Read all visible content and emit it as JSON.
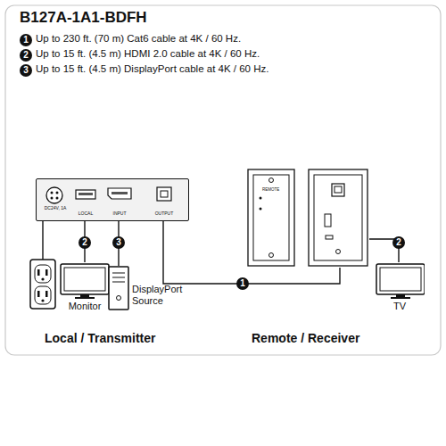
{
  "diagram": {
    "title": "B127A-1A1-BDFH",
    "nodes": [
      {
        "text": [
          "Monitor"
        ]
      },
      {
        "text": [
          "DisplayPort Source"
        ]
      },
      {
        "text": [
          "TV"
        ]
      },
      {
        "text": [
          "DC24V, 1A",
          "LOCAL",
          "INPUT",
          "OUTPUT"
        ]
      },
      {
        "text": [
          "REMOTE"
        ]
      }
    ],
    "edges": [
      {
        "from": 3,
        "to": 0,
        "label": "2",
        "arrow": "none"
      },
      {
        "from": 3,
        "to": 1,
        "label": "3",
        "arrow": "none"
      },
      {
        "from": 3,
        "to": 4,
        "label": "1",
        "arrow": "none"
      },
      {
        "from": 4,
        "to": 2,
        "label": "2",
        "arrow": "none"
      }
    ],
    "labels": [
      "1",
      "Up to 230 ft. (70 m) Cat6 cable at 4K / 60 Hz.",
      "2",
      "Up to 15 ft. (4.5 m) HDMI 2.0 cable at 4K / 60 Hz.",
      "3",
      "Up to 15 ft. (4.5 m) DisplayPort cable at 4K / 60 Hz.",
      "Local / Transmitter",
      "Remote / Receiver"
    ]
  }
}
